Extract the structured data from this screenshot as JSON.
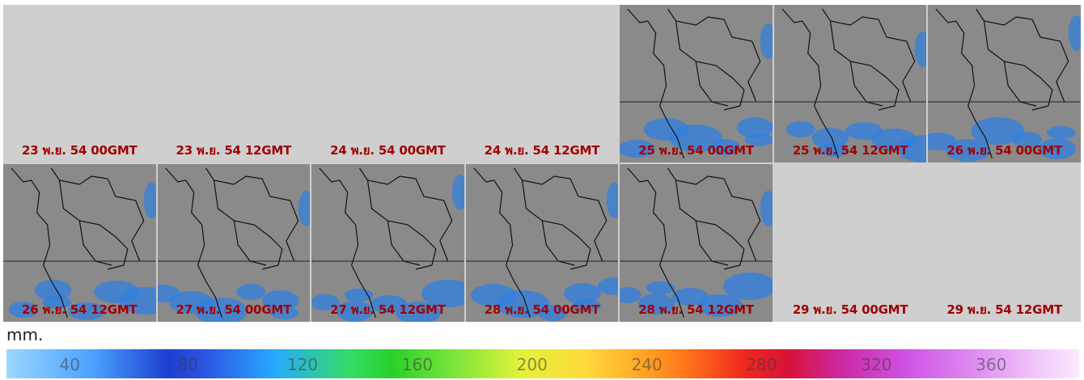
{
  "panels": [
    {
      "caption": "23 พ.ย. 54 00GMT",
      "has_map": false
    },
    {
      "caption": "23 พ.ย. 54 12GMT",
      "has_map": false
    },
    {
      "caption": "24 พ.ย. 54 00GMT",
      "has_map": false
    },
    {
      "caption": "24 พ.ย. 54 12GMT",
      "has_map": false
    },
    {
      "caption": "25 พ.ย. 54 00GMT",
      "has_map": true
    },
    {
      "caption": "25 พ.ย. 54 12GMT",
      "has_map": true
    },
    {
      "caption": "26 พ.ย. 54 00GMT",
      "has_map": true
    },
    {
      "caption": "26 พ.ย. 54 12GMT",
      "has_map": true
    },
    {
      "caption": "27 พ.ย. 54 00GMT",
      "has_map": true
    },
    {
      "caption": "27 พ.ย. 54 12GMT",
      "has_map": true
    },
    {
      "caption": "28 พ.ย. 54 00GMT",
      "has_map": true
    },
    {
      "caption": "28 พ.ย. 54 12GMT",
      "has_map": true
    },
    {
      "caption": "29 พ.ย. 54 00GMT",
      "has_map": false
    },
    {
      "caption": "29 พ.ย. 54 12GMT",
      "has_map": false
    }
  ],
  "legend": {
    "unit": "mm.",
    "ticks": [
      "40",
      "80",
      "120",
      "160",
      "200",
      "240",
      "280",
      "320",
      "360"
    ]
  },
  "colors": {
    "caption": "#a10000",
    "empty_panel": "#cfcfcf",
    "map_land": "#8a8a8a",
    "rain": "#2f7fe0"
  }
}
